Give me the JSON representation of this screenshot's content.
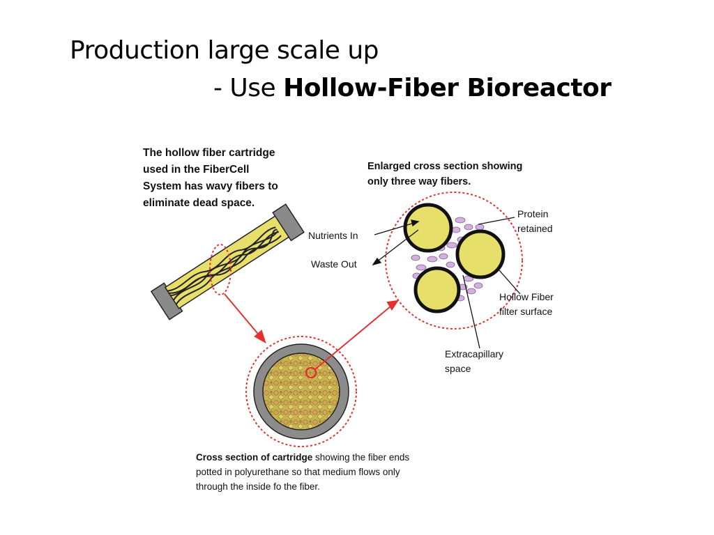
{
  "slide": {
    "title_line1": "Production large scale up",
    "title_line2_prefix": "- Use ",
    "title_line2_bold": "Hollow-Fiber Bioreactor"
  },
  "diagram": {
    "cartridge_caption": [
      "The hollow fiber cartridge",
      "used in the FiberCell",
      "System has wavy fibers to",
      "eliminate dead space."
    ],
    "enlarged_caption": [
      "Enlarged cross section showing",
      "only three way fibers."
    ],
    "labels": {
      "nutrients_in": "Nutrients In",
      "waste_out": "Waste Out",
      "protein_retained": [
        "Protein",
        "retained"
      ],
      "hollow_fiber": [
        "Hollow Fiber",
        "filter surface"
      ],
      "extracapillary": [
        "Extracapillary",
        "space"
      ]
    },
    "cross_section_caption": {
      "bold": "Cross section of cartridge",
      "rest_line1": " showing the fiber ends",
      "line2": "potted in polyurethane so that medium flows only",
      "line3": "through the inside fo the fiber."
    },
    "colors": {
      "fiber_yellow": "#e8e06a",
      "cartridge_fill": "#c2b248",
      "casing_gray": "#888888",
      "highlight_red": "#e53030",
      "protein_purple": "#c9a6d4"
    }
  }
}
